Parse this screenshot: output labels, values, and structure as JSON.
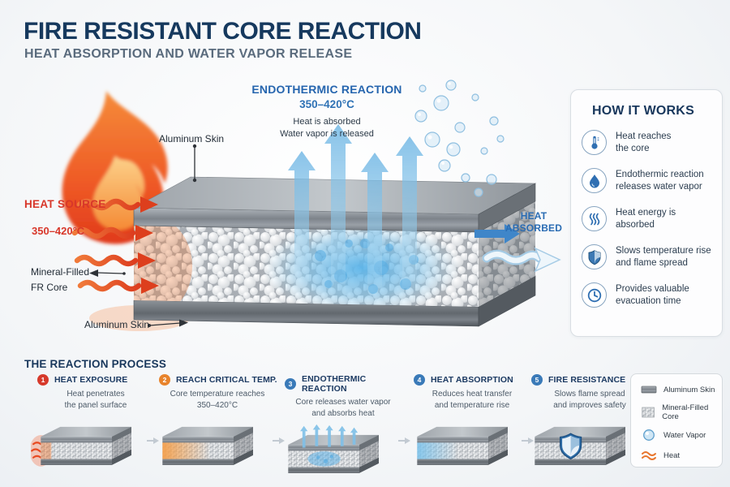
{
  "title": {
    "main": "FIRE RESISTANT CORE REACTION",
    "subtitle": "HEAT ABSORPTION AND WATER VAPOR RELEASE"
  },
  "endothermic": {
    "heading": "ENDOTHERMIC REACTION",
    "temp": "350–420°C",
    "line1": "Heat is absorbed",
    "line2": "Water vapor is released"
  },
  "heat_source": {
    "label": "HEAT SOURCE",
    "temp": "350–420°C"
  },
  "panel_labels": {
    "aluminum_top": "Aluminum Skin",
    "mineral_line1": "Mineral-Filled",
    "mineral_line2": "FR Core",
    "aluminum_bottom": "Aluminum Skin",
    "heat_absorbed_1": "HEAT",
    "heat_absorbed_2": "ABSORBED"
  },
  "how_it_works": {
    "title": "HOW IT WORKS",
    "items": [
      {
        "icon": "thermometer-icon",
        "line1": "Heat reaches",
        "line2": "the core"
      },
      {
        "icon": "droplet-icon",
        "line1": "Endothermic reaction",
        "line2": "releases water vapor"
      },
      {
        "icon": "heat-waves-icon",
        "line1": "Heat energy is",
        "line2": "absorbed"
      },
      {
        "icon": "shield-icon",
        "line1": "Slows temperature rise",
        "line2": "and flame spread"
      },
      {
        "icon": "clock-icon",
        "line1": "Provides valuable",
        "line2": "evacuation time"
      }
    ]
  },
  "reaction": {
    "title": "THE REACTION PROCESS",
    "steps": [
      {
        "number": "1",
        "title": "HEAT EXPOSURE",
        "desc1": "Heat penetrates",
        "desc2": "the panel surface",
        "color": "#d6392b"
      },
      {
        "number": "2",
        "title": "REACH CRITICAL TEMP.",
        "desc1": "Core temperature reaches",
        "desc2": "350–420°C",
        "color": "#e8842c"
      },
      {
        "number": "3",
        "title": "ENDOTHERMIC REACTION",
        "desc1": "Core releases water vapor",
        "desc2": "and absorbs heat",
        "color": "#3a7ab8"
      },
      {
        "number": "4",
        "title": "HEAT ABSORPTION",
        "desc1": "Reduces heat transfer",
        "desc2": "and temperature rise",
        "color": "#3a7ab8"
      },
      {
        "number": "5",
        "title": "FIRE RESISTANCE",
        "desc1": "Slows flame spread",
        "desc2": "and improves safety",
        "color": "#3a7ab8"
      }
    ]
  },
  "legend": {
    "items": [
      {
        "icon": "aluminum-swatch",
        "label": "Aluminum Skin"
      },
      {
        "icon": "mineral-core-swatch",
        "label": "Mineral-Filled Core"
      },
      {
        "icon": "water-vapor-swatch",
        "label": "Water Vapor"
      },
      {
        "icon": "heat-swatch",
        "label": "Heat"
      }
    ]
  },
  "colors": {
    "navy": "#1b3a5f",
    "subtitle_gray": "#5a6b7d",
    "blue": "#2f6fb2",
    "red": "#d6392b",
    "orange": "#e8842c",
    "vapor_blue": "#7fc0e8",
    "metal_gray": "#8d9399",
    "background": "#f1f4f7"
  }
}
